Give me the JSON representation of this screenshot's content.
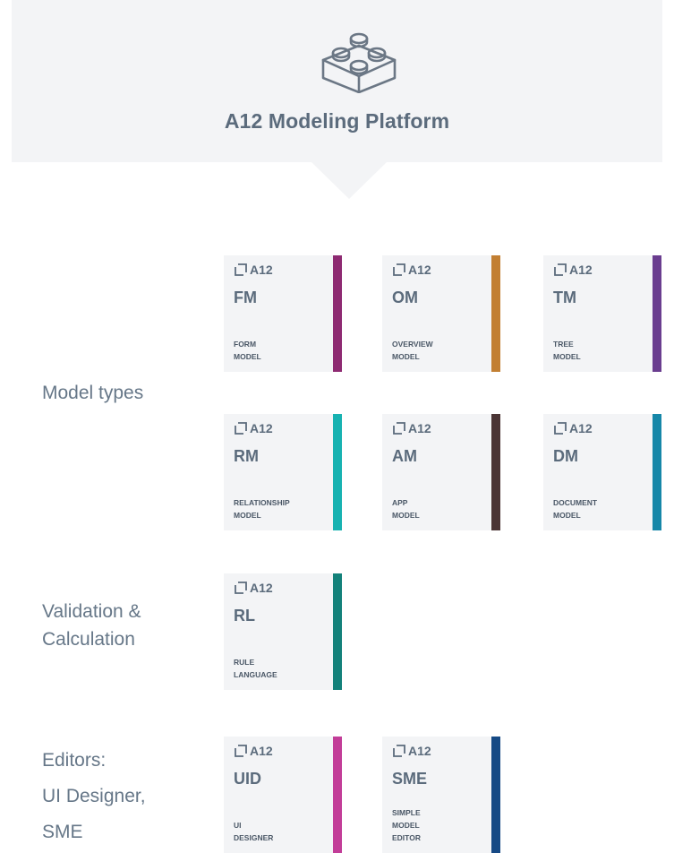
{
  "header": {
    "title": "A12 Modeling Platform",
    "icon": "lego-brick-icon"
  },
  "sections": [
    {
      "label": "Model types"
    },
    {
      "label_lines": [
        "Validation &",
        "Calculation"
      ]
    },
    {
      "label_lines": [
        "Editors:",
        "UI Designer,",
        "SME"
      ]
    }
  ],
  "brand": "A12",
  "cards": [
    {
      "abbr": "FM",
      "name": [
        "FORM",
        "MODEL"
      ],
      "color": "#8e2a72"
    },
    {
      "abbr": "OM",
      "name": [
        "OVERVIEW",
        "MODEL"
      ],
      "color": "#c27f32"
    },
    {
      "abbr": "TM",
      "name": [
        "TREE",
        "MODEL"
      ],
      "color": "#6a3d8f"
    },
    {
      "abbr": "RM",
      "name": [
        "RELATIONSHIP",
        "MODEL"
      ],
      "color": "#17b2b1"
    },
    {
      "abbr": "AM",
      "name": [
        "APP",
        "MODEL"
      ],
      "color": "#4b3535"
    },
    {
      "abbr": "DM",
      "name": [
        "DOCUMENT",
        "MODEL"
      ],
      "color": "#1687a8"
    },
    {
      "abbr": "RL",
      "name": [
        "RULE",
        "LANGUAGE"
      ],
      "color": "#13817a"
    },
    {
      "abbr": "UID",
      "name": [
        "UI",
        "DESIGNER"
      ],
      "color": "#c23d98"
    },
    {
      "abbr": "SME",
      "name": [
        "SIMPLE",
        "MODEL",
        "EDITOR"
      ],
      "color": "#164a85"
    }
  ]
}
